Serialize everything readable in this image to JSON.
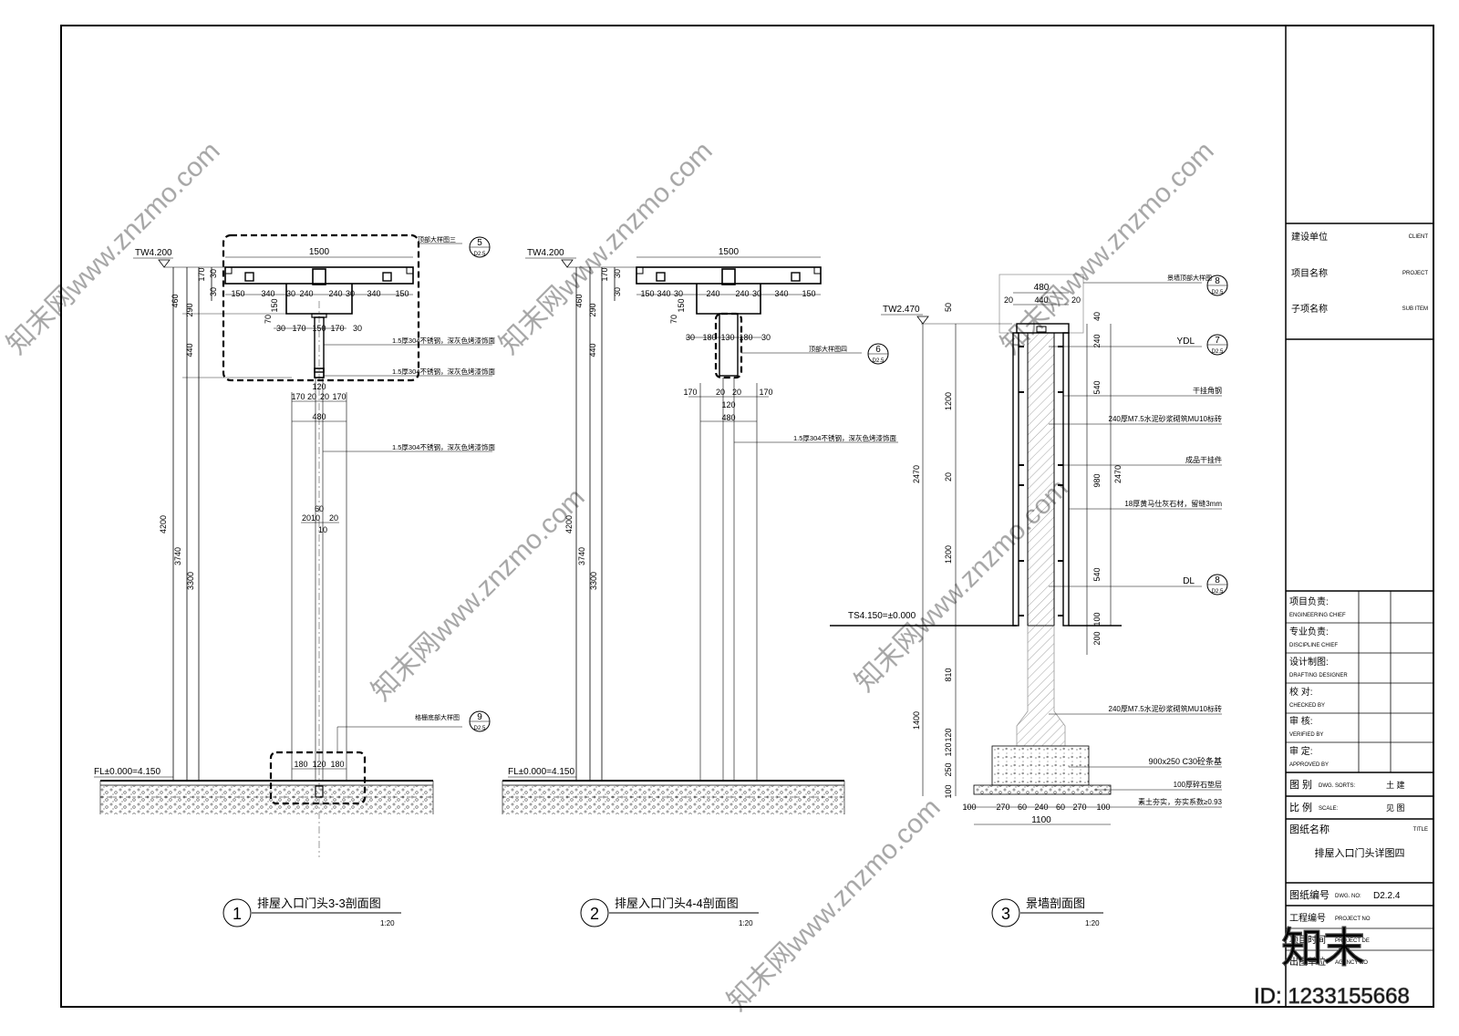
{
  "watermark": {
    "text": "知末网www.znzmo.com",
    "brand": "知末",
    "id_label": "ID: 1233155668"
  },
  "title_block": {
    "client": {
      "zh": "建设单位",
      "en": "CLIENT"
    },
    "project": {
      "zh": "项目名称",
      "en": "PROJECT"
    },
    "sub_item": {
      "zh": "子项名称",
      "en": "SUB ITEM"
    },
    "signatures": [
      {
        "zh": "项目负责:",
        "en": "ENGINEERING CHIEF"
      },
      {
        "zh": "专业负责:",
        "en": "DISCIPLINE CHIEF"
      },
      {
        "zh": "设计制图:",
        "en": "DRAFTING DESIGNER"
      },
      {
        "zh": "校  对:",
        "en": "CHECKED BY"
      },
      {
        "zh": "审  核:",
        "en": "VERIFIED BY"
      },
      {
        "zh": "审  定:",
        "en": "APPROVED BY"
      }
    ],
    "dwg_sort": {
      "zh": "图  别",
      "en": "DWG. SORTS:",
      "value": "土  建"
    },
    "scale": {
      "zh": "比  例",
      "en": "SCALE:",
      "value": "见  图"
    },
    "title": {
      "zh": "图纸名称",
      "en": "TITLE",
      "value": "排屋入口门头详图四"
    },
    "dwg_no": {
      "zh": "图纸编号",
      "en": "DWG. NO:",
      "value": "D2.2.4"
    },
    "project_no": {
      "zh": "工程编号",
      "en": "PROJECT NO"
    },
    "project_date": {
      "zh": "项目时间",
      "en": "PROJECT DE"
    },
    "unit": {
      "zh": "出图单位",
      "en": "AGENCY NO"
    }
  },
  "section1": {
    "title": "排屋入口门头3-3剖面图",
    "num": "1",
    "scale": "1:20",
    "top_level": "TW4.200",
    "floor_level": "FL±0.000=4.150",
    "dims": {
      "width_top": "1500",
      "h1": "170",
      "h2": "30",
      "h3": "30",
      "h4": "460",
      "h5": "290",
      "h6": "440",
      "h7": "4200",
      "h8": "3740",
      "h9": "3300",
      "w1": "150",
      "w2": "340",
      "w3": "30",
      "w4": "240",
      "w5": "240",
      "w6": "30",
      "w7": "340",
      "w8": "150",
      "s1": "70",
      "s2": "150",
      "s3": "30",
      "s4": "170",
      "s5": "150",
      "s6": "170",
      "s7": "30",
      "b1": "120",
      "b2": "170",
      "b3": "20",
      "b4": "20",
      "b5": "170",
      "b6": "480",
      "c1": "60",
      "c2": "20",
      "c3": "10",
      "c4": "20",
      "c5": "10",
      "f1": "180",
      "f2": "120",
      "f3": "180"
    },
    "ref_detail": {
      "label": "顶部大样图三",
      "num": "5",
      "sheet": "D2.5"
    },
    "ref_base": {
      "label": "格栅底部大样图",
      "num": "9",
      "sheet": "D2.5"
    },
    "note_a": "1.5厚304不锈钢，深灰色烤漆饰面",
    "note_b": "1.5厚304不锈钢，深灰色烤漆饰面",
    "note_c": "1.5厚304不锈钢，深灰色烤漆饰面"
  },
  "section2": {
    "title": "排屋入口门头4-4剖面图",
    "num": "2",
    "scale": "1:20",
    "top_level": "TW4.200",
    "floor_level": "FL±0.000=4.150",
    "dims": {
      "width_top": "1500",
      "h1": "170",
      "h2": "30",
      "h3": "30",
      "h4": "460",
      "h5": "290",
      "h6": "440",
      "h7": "4200",
      "h8": "3740",
      "h9": "3300",
      "w1": "150",
      "w2": "340",
      "w3": "30",
      "w4": "240",
      "w5": "240",
      "w6": "30",
      "w7": "340",
      "w8": "150",
      "s1": "70",
      "s2": "150",
      "s3": "30",
      "s4": "180",
      "s5": "130",
      "s6": "180",
      "s7": "30",
      "b1": "170",
      "b2": "20",
      "b3": "20",
      "b4": "170",
      "b5": "120",
      "b6": "480"
    },
    "ref_detail": {
      "label": "顶部大样图四",
      "num": "6",
      "sheet": "D2.5"
    },
    "note_a": "1.5厚304不锈钢，深灰色烤漆饰面"
  },
  "section3": {
    "title": "景墙剖面图",
    "num": "3",
    "scale": "1:20",
    "top_level": "TW2.470",
    "ground_level": "TS4.150=±0.000",
    "dims": {
      "top_w": "480",
      "top_a": "20",
      "top_b": "440",
      "top_c": "20",
      "l1": "50",
      "l2": "1200",
      "l3": "20",
      "l4": "1200",
      "l5": "2470",
      "l6": "810",
      "l7": "1400",
      "l8": "120",
      "l9": "120",
      "l10": "250",
      "l11": "100",
      "r1": "40",
      "r2": "240",
      "r3": "540",
      "r4": "980",
      "r5": "2470",
      "r6": "540",
      "r7": "100",
      "r8": "200",
      "base": [
        "100",
        "270",
        "60",
        "240",
        "60",
        "270",
        "100"
      ],
      "base_total": "1100"
    },
    "ref_cap": {
      "label": "景墙顶部大样图",
      "num": "8",
      "sheet": "D2.5"
    },
    "ref_ydl": {
      "label": "YDL",
      "num": "7",
      "sheet": "D2.5"
    },
    "ref_dl": {
      "label": "DL",
      "num": "8",
      "sheet": "D2.5"
    },
    "notes": [
      "干挂角钢",
      "240厚M7.5水泥砂浆砌筑MU10标砖",
      "成品干挂件",
      "18厚黄马仕灰石材，留缝3mm",
      "240厚M7.5水泥砂浆砌筑MU10标砖",
      "900x250 C30砼条基",
      "100厚碎石垫层",
      "素土夯实，夯实系数≥0.93"
    ]
  }
}
